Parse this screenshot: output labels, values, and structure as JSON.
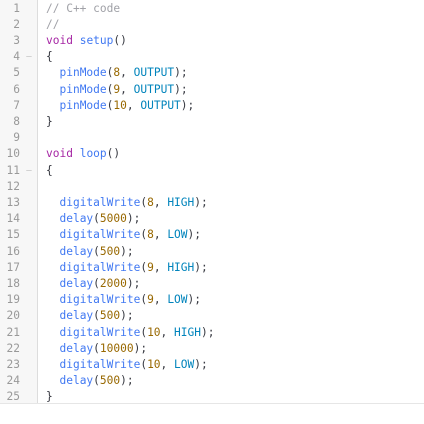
{
  "editor": {
    "language": "C++",
    "lines": [
      {
        "n": "1",
        "fold": "",
        "text": "// C++ code",
        "kind": "comment"
      },
      {
        "n": "2",
        "fold": "",
        "text": "//",
        "kind": "comment"
      },
      {
        "n": "3",
        "fold": "",
        "text": "void setup()",
        "kind": "code"
      },
      {
        "n": "4",
        "fold": "–",
        "text": "{",
        "kind": "code"
      },
      {
        "n": "5",
        "fold": "",
        "text": "  pinMode(8, OUTPUT);",
        "kind": "code"
      },
      {
        "n": "6",
        "fold": "",
        "text": "  pinMode(9, OUTPUT);",
        "kind": "code"
      },
      {
        "n": "7",
        "fold": "",
        "text": "  pinMode(10, OUTPUT);",
        "kind": "code"
      },
      {
        "n": "8",
        "fold": "",
        "text": "}",
        "kind": "code"
      },
      {
        "n": "9",
        "fold": "",
        "text": "",
        "kind": "code"
      },
      {
        "n": "10",
        "fold": "",
        "text": "void loop()",
        "kind": "code"
      },
      {
        "n": "11",
        "fold": "–",
        "text": "{",
        "kind": "code"
      },
      {
        "n": "12",
        "fold": "",
        "text": "",
        "kind": "code"
      },
      {
        "n": "13",
        "fold": "",
        "text": "  digitalWrite(8, HIGH);",
        "kind": "code"
      },
      {
        "n": "14",
        "fold": "",
        "text": "  delay(5000);",
        "kind": "code"
      },
      {
        "n": "15",
        "fold": "",
        "text": "  digitalWrite(8, LOW);",
        "kind": "code"
      },
      {
        "n": "16",
        "fold": "",
        "text": "  delay(500);",
        "kind": "code"
      },
      {
        "n": "17",
        "fold": "",
        "text": "  digitalWrite(9, HIGH);",
        "kind": "code"
      },
      {
        "n": "18",
        "fold": "",
        "text": "  delay(2000);",
        "kind": "code"
      },
      {
        "n": "19",
        "fold": "",
        "text": "  digitalWrite(9, LOW);",
        "kind": "code"
      },
      {
        "n": "20",
        "fold": "",
        "text": "  delay(500);",
        "kind": "code"
      },
      {
        "n": "21",
        "fold": "",
        "text": "  digitalWrite(10, HIGH);",
        "kind": "code"
      },
      {
        "n": "22",
        "fold": "",
        "text": "  delay(10000);",
        "kind": "code"
      },
      {
        "n": "23",
        "fold": "",
        "text": "  digitalWrite(10, LOW);",
        "kind": "code"
      },
      {
        "n": "24",
        "fold": "",
        "text": "  delay(500);",
        "kind": "code"
      },
      {
        "n": "25",
        "fold": "",
        "text": "}",
        "kind": "code"
      }
    ]
  }
}
